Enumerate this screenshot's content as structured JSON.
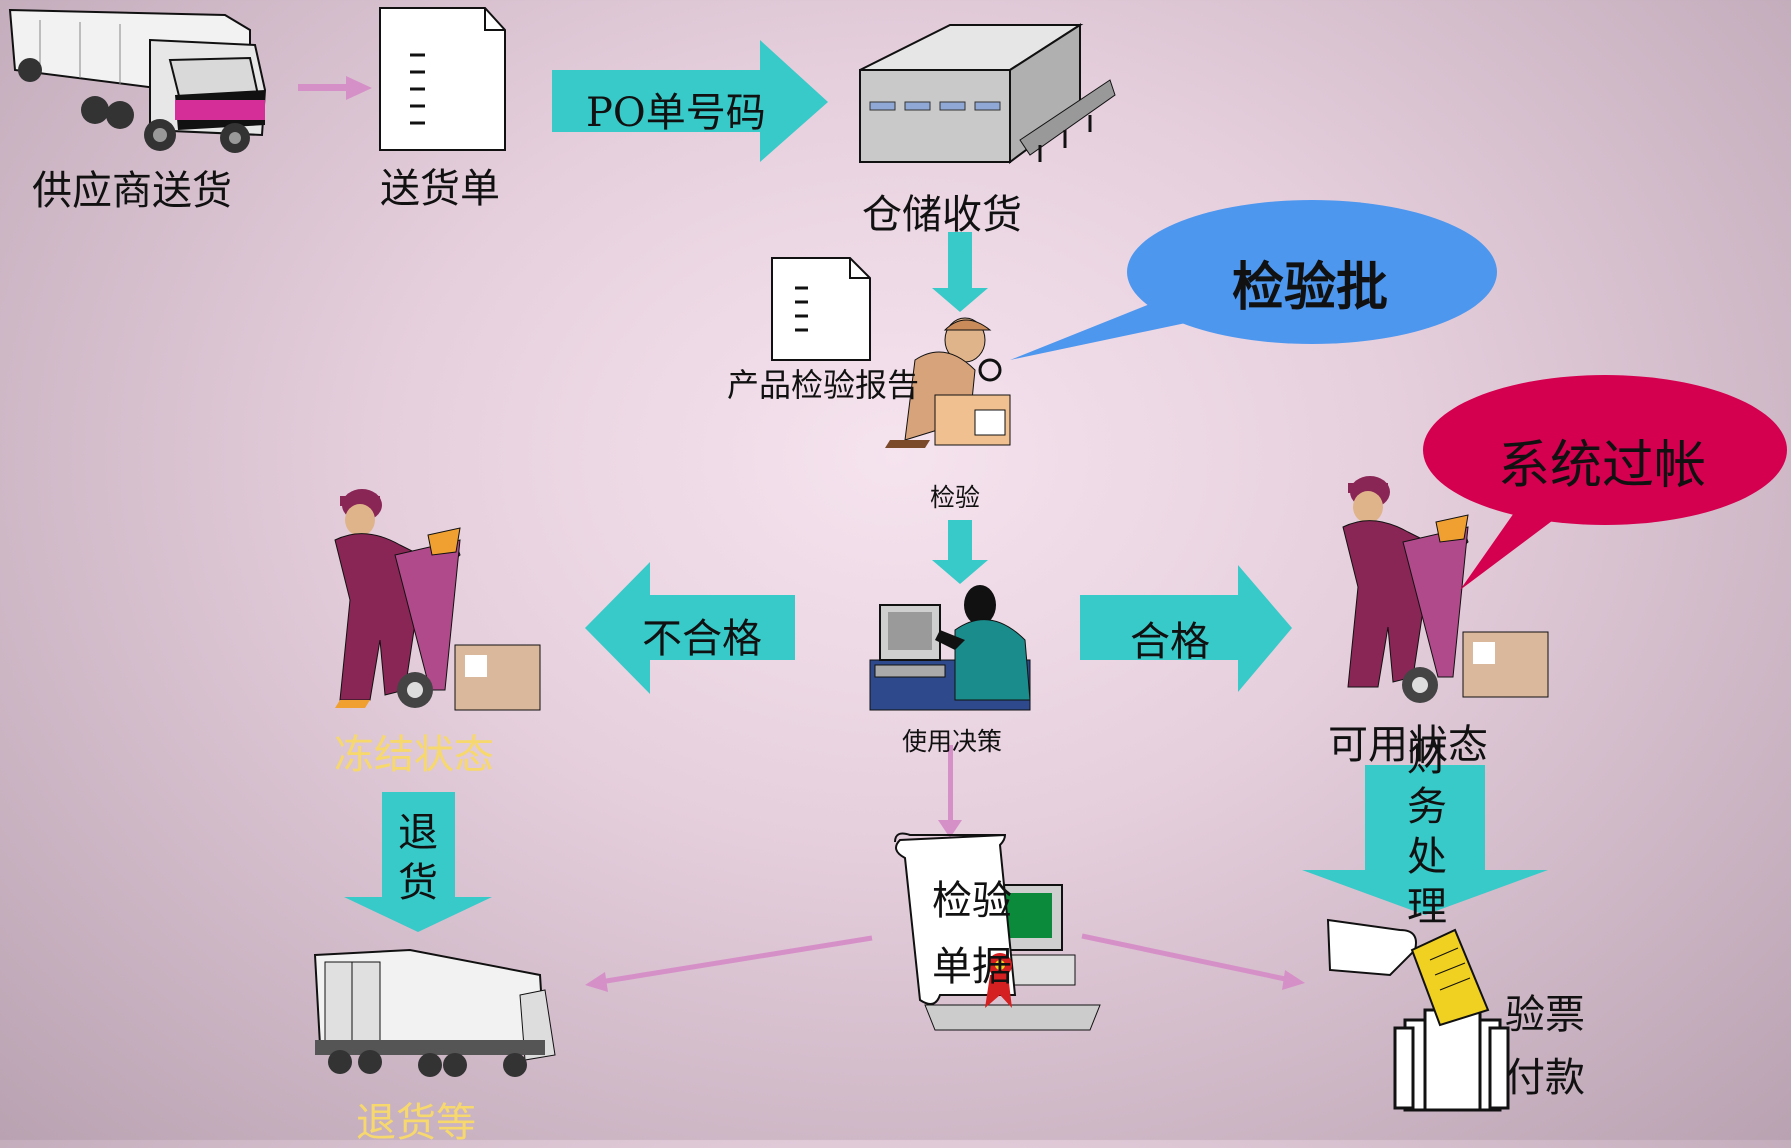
{
  "nodes": {
    "supplier": "供应商送货",
    "delivery_note": "送货单",
    "po_arrow": "PO单号码",
    "warehouse": "仓储收货",
    "inspection_lot": "检验批",
    "inspection_report": "产品检验报告",
    "inspection": "检验",
    "usage_decision": "使用决策",
    "unqualified": "不合格",
    "qualified": "合格",
    "frozen_state": "冻结状态",
    "available_state": "可用状态",
    "system_posting": "系统过帐",
    "return_goods_1": "退",
    "return_goods_2": "货",
    "return_etc": "退货等",
    "inspection_doc_1": "检验",
    "inspection_doc_2": "单据",
    "finance_1": "财",
    "finance_2": "务",
    "finance_3": "处",
    "finance_4": "理",
    "invoice_1": "验票",
    "invoice_2": "付款"
  },
  "colors": {
    "arrow_teal": "#38c9c9",
    "arrow_pink": "#d690c8",
    "bubble_blue": "#4e97ef",
    "bubble_red": "#d4004f",
    "worker_purple": "#8a2656",
    "frozen_text": "#f6d86c"
  }
}
